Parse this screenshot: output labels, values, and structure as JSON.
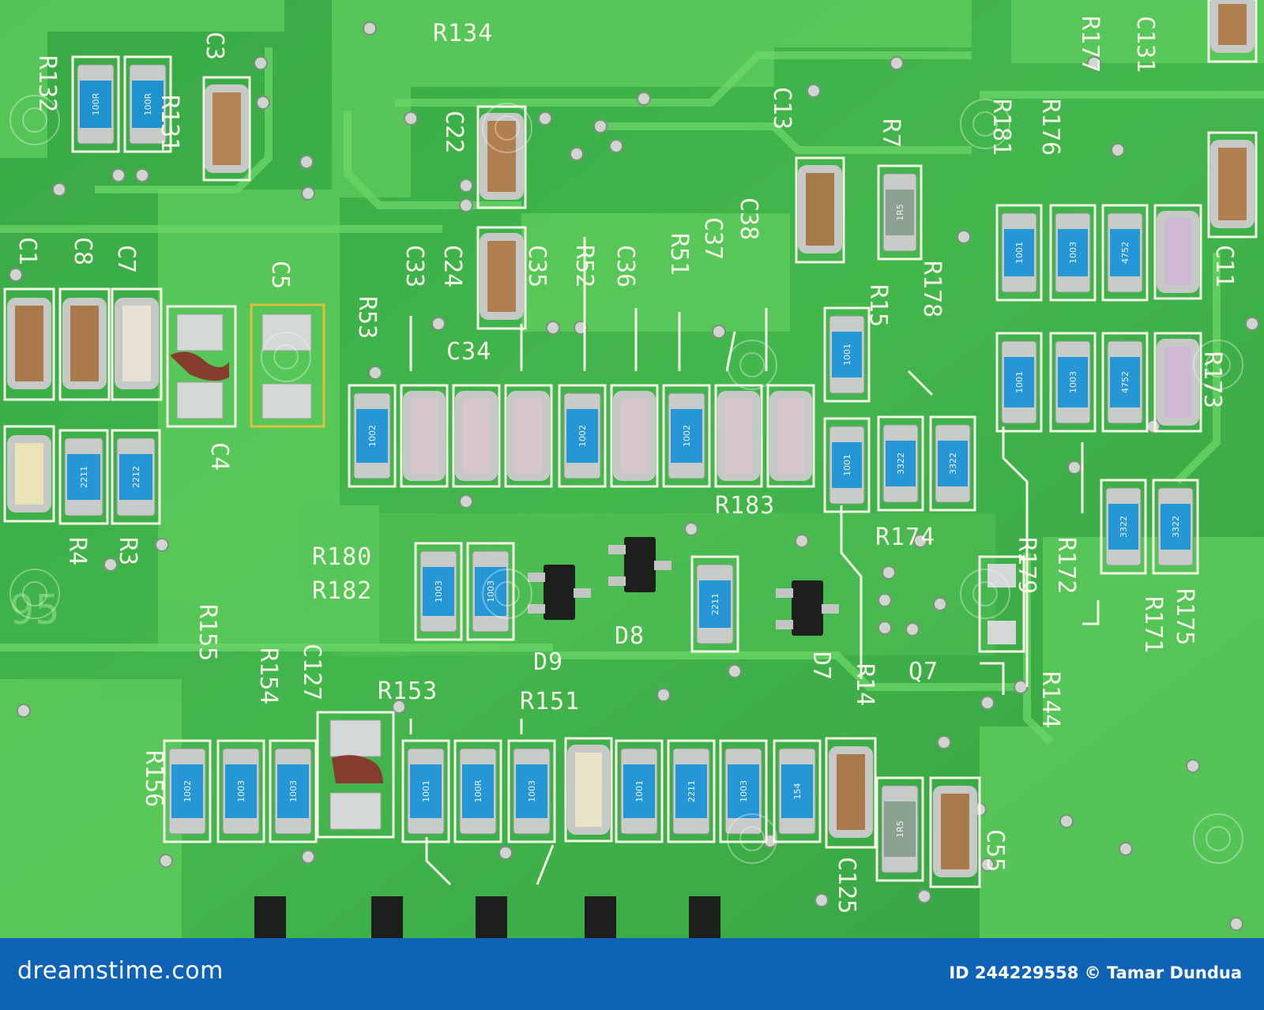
{
  "silkscreen": {
    "R134": "R134",
    "R132": "R132",
    "R131": "R131",
    "C3": "C3",
    "C22": "C22",
    "C13": "C13",
    "R7": "R7",
    "R181": "R181",
    "R176": "R176",
    "R177": "R177",
    "C131": "C131",
    "C11": "C11",
    "C1": "C1",
    "C8": "C8",
    "C7": "C7",
    "C5": "C5",
    "C4": "C4",
    "C33": "C33",
    "C24": "C24",
    "C35": "C35",
    "R52": "R52",
    "C36": "C36",
    "R51": "R51",
    "C37": "C37",
    "C38": "C38",
    "R53": "R53",
    "C34": "C34",
    "R15": "R15",
    "R178": "R178",
    "R173": "R173",
    "R4": "R4",
    "R3": "R3",
    "R183": "R183",
    "R174": "R174",
    "R179": "R179",
    "R172": "R172",
    "R171": "R171",
    "R175": "R175",
    "R180": "R180",
    "R182": "R182",
    "D8": "D8",
    "D9": "D9",
    "D7": "D7",
    "R14": "R14",
    "Q7": "Q7",
    "R144": "R144",
    "R155": "R155",
    "R154": "R154",
    "C127": "C127",
    "R153": "R153",
    "R151": "R151",
    "R156": "R156",
    "C55": "C55",
    "C125": "C125",
    "num95": "95"
  },
  "codes": {
    "r132": "100R",
    "r131": "100R",
    "r7": "1R5",
    "r181": "1001",
    "r176": "1003",
    "r177": "4752",
    "r15": "1001",
    "r53": "1002",
    "r52": "1002",
    "r51": "1002",
    "r183": "1001",
    "r178a": "3322",
    "r178b": "3322",
    "r173a": "1001",
    "r173b": "1003",
    "r173c": "4752",
    "r172": "3322",
    "r171": "3322",
    "r4": "2211",
    "r3": "2212",
    "r180": "1003",
    "r182": "1003",
    "d8r": "2211",
    "b1": "1002",
    "b2": "1003",
    "b3": "1003",
    "b4": "1001",
    "b5": "100R",
    "b6": "1003",
    "b7": "1001",
    "b8": "2211",
    "b9": "1003",
    "b10": "154",
    "b11": "1R5"
  },
  "footer": {
    "logo": "dreamstime.com",
    "credit": "ID 244229558 © Tamar Dundua"
  },
  "colors": {
    "board": "#3fb44a",
    "trace": "#58c95a",
    "silk": "#f4f7e6",
    "footer": "#0f63b7"
  }
}
